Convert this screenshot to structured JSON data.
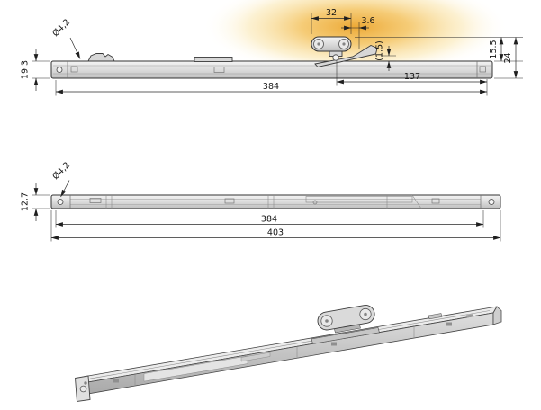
{
  "page": {
    "background": "#ffffff"
  },
  "colors": {
    "glow_core": "#eba42b",
    "glow_mid": "#f3bf55",
    "glow_soft": "#f9e09a",
    "line": "#2a2a2a",
    "metal_light": "#f4f4f4",
    "metal_mid": "#d9d9d9",
    "metal_dark": "#bfbfbf"
  },
  "top_view": {
    "dims": {
      "width_32": "32",
      "offset_3_6": "3.6",
      "hole_dia": "Ø4,2",
      "height_19_3": "19.3",
      "gap_1_5": "(1.5)",
      "height_15_5": "15.5",
      "height_24": "24",
      "length_384": "384",
      "length_137": "137"
    }
  },
  "side_view": {
    "dims": {
      "hole_dia": "Ø4,2",
      "height_12_7": "12.7",
      "length_384": "384",
      "length_403": "403"
    }
  }
}
